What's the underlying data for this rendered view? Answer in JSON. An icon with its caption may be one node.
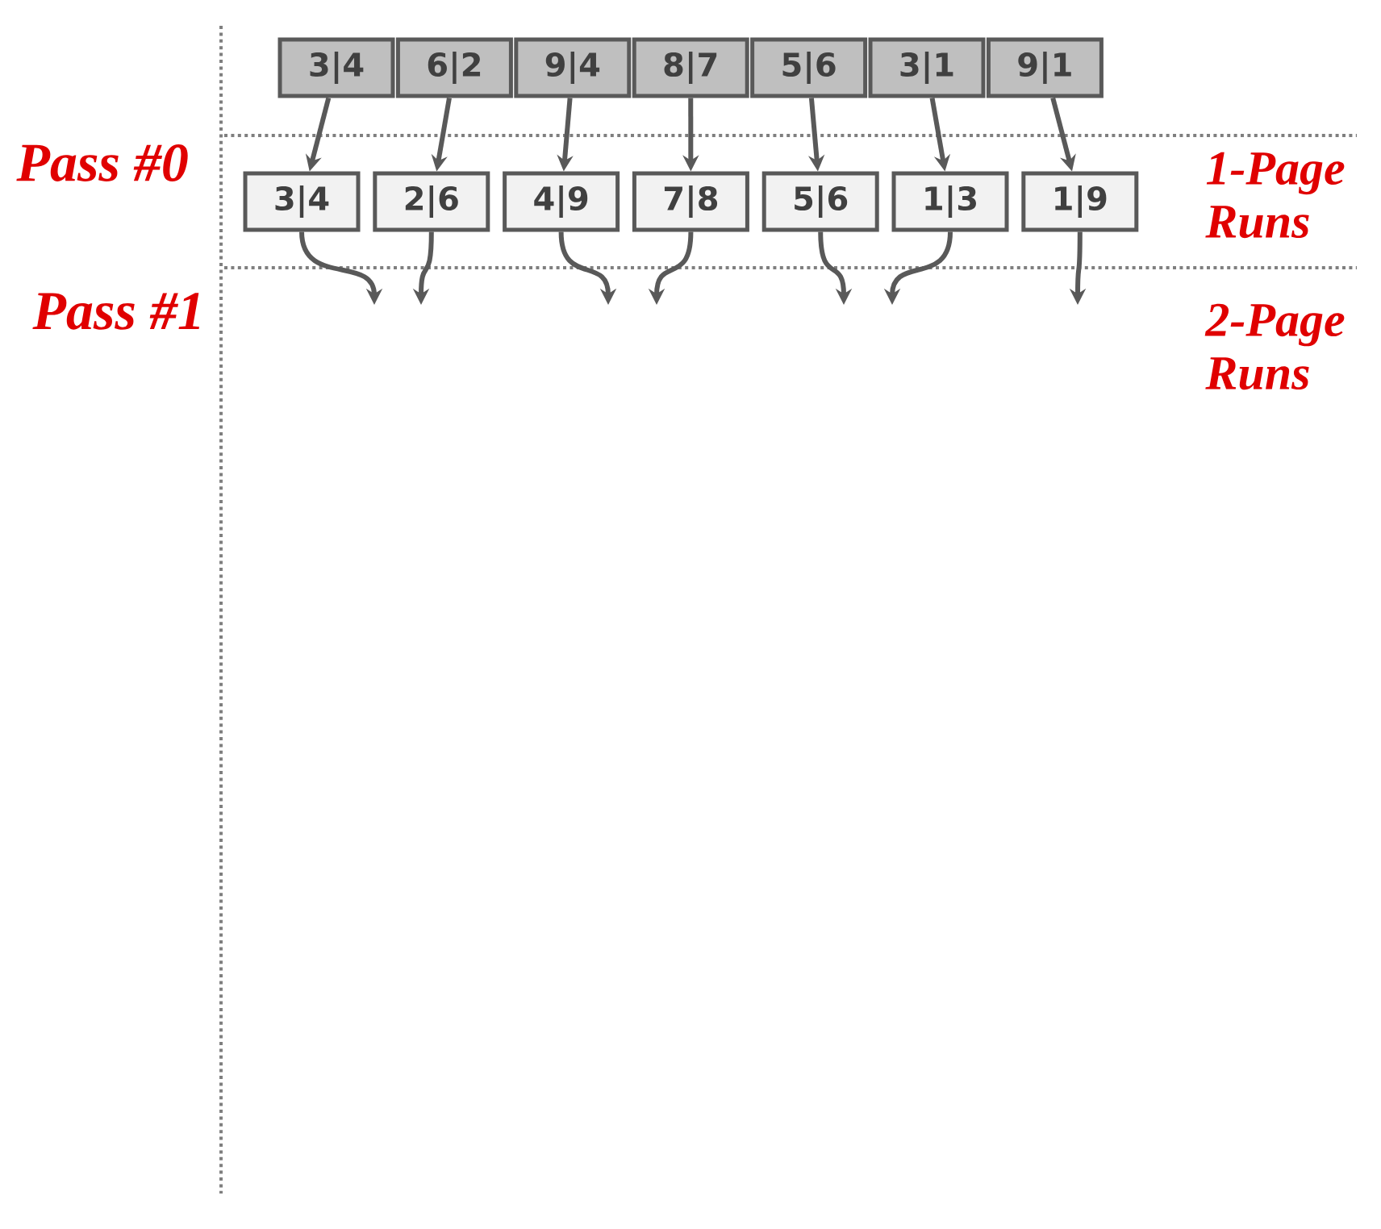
{
  "diagram": {
    "nodes": [
      {
        "text": [
          "3|4"
        ]
      },
      {
        "text": [
          "6|2"
        ]
      },
      {
        "text": [
          "9|4"
        ]
      },
      {
        "text": [
          "8|7"
        ]
      },
      {
        "text": [
          "5|6"
        ]
      },
      {
        "text": [
          "3|1"
        ]
      },
      {
        "text": [
          "9|1"
        ]
      },
      {
        "text": [
          "3|4"
        ]
      },
      {
        "text": [
          "2|6"
        ]
      },
      {
        "text": [
          "4|9"
        ]
      },
      {
        "text": [
          "7|8"
        ]
      },
      {
        "text": [
          "5|6"
        ]
      },
      {
        "text": [
          "1|3"
        ]
      },
      {
        "text": [
          "1|9"
        ]
      }
    ],
    "edges": [
      {
        "from": 0,
        "to": 7,
        "arrow": "to"
      },
      {
        "from": 1,
        "to": 8,
        "arrow": "to"
      },
      {
        "from": 2,
        "to": 9,
        "arrow": "to"
      },
      {
        "from": 3,
        "to": 10,
        "arrow": "to"
      },
      {
        "from": 4,
        "to": 11,
        "arrow": "to"
      },
      {
        "from": 5,
        "to": 12,
        "arrow": "to"
      },
      {
        "from": 6,
        "to": 13,
        "arrow": "to"
      },
      {
        "from": 7,
        "to": null,
        "arrow": "to"
      },
      {
        "from": 8,
        "to": null,
        "arrow": "to"
      },
      {
        "from": 9,
        "to": null,
        "arrow": "to"
      },
      {
        "from": 10,
        "to": null,
        "arrow": "to"
      },
      {
        "from": 11,
        "to": null,
        "arrow": "to"
      },
      {
        "from": 12,
        "to": null,
        "arrow": "to"
      },
      {
        "from": 13,
        "to": null,
        "arrow": "to"
      }
    ],
    "labels": [
      "Pass #0",
      "1-Page Runs",
      "Pass #1",
      "2-Page Runs"
    ]
  }
}
